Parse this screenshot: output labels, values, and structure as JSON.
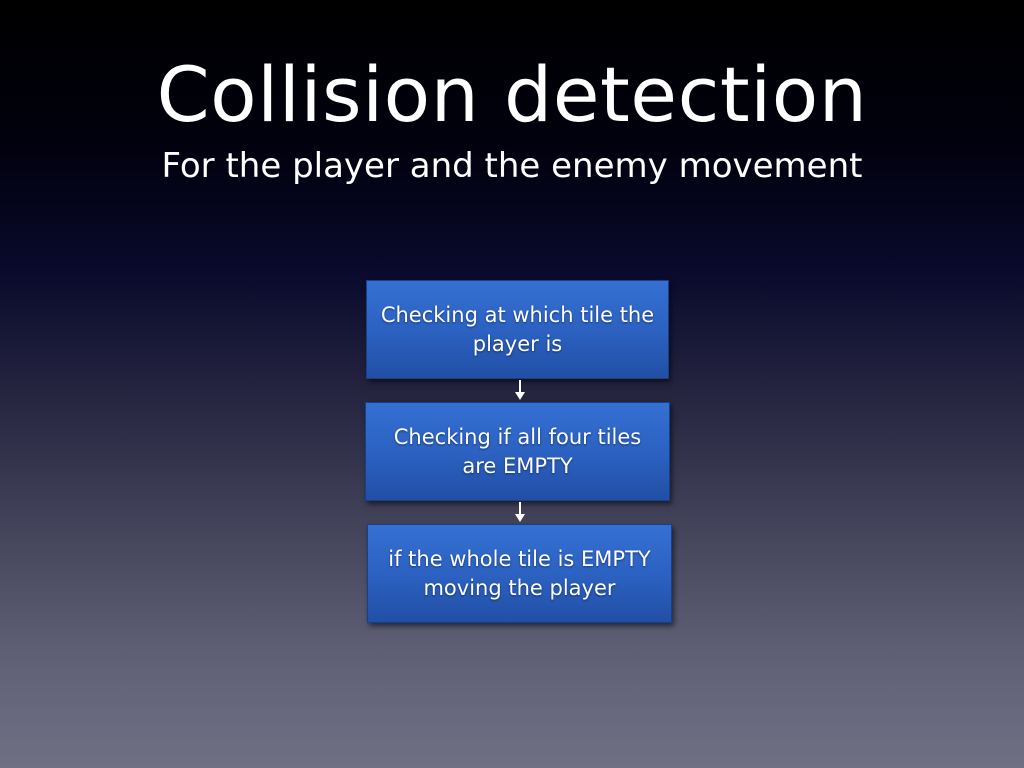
{
  "slide": {
    "title": "Collision detection",
    "subtitle": "For the player and the enemy movement"
  },
  "flowchart": {
    "steps": [
      {
        "label": "Checking at which tile the player is"
      },
      {
        "label": "Checking if all four tiles are EMPTY"
      },
      {
        "label": "if the whole tile is EMPTY moving the player"
      }
    ],
    "connectors": [
      {
        "from": 0,
        "to": 1
      },
      {
        "from": 1,
        "to": 2
      }
    ]
  },
  "colors": {
    "box_fill": "#2c62c2",
    "box_border": "#1a3f8a",
    "text": "#ffffff",
    "background_top": "#000000",
    "background_bottom": "#707085"
  }
}
